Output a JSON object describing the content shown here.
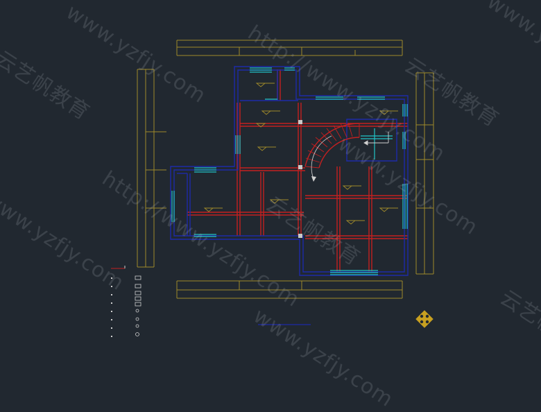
{
  "watermarks": {
    "url": "http://www.yzfjy.com",
    "url_short": "www.yzfjy.com",
    "brand": "云艺帆教育"
  },
  "colors": {
    "background": "#212830",
    "wall_outline": "#1e2aa8",
    "beam": "#c42020",
    "window": "#22c4c8",
    "dimension": "#a08a2a",
    "stair": "#d0d0d0",
    "logo": "#c8a020"
  },
  "icons": [
    "cad-logo-icon",
    "stair-arrow-icon"
  ]
}
